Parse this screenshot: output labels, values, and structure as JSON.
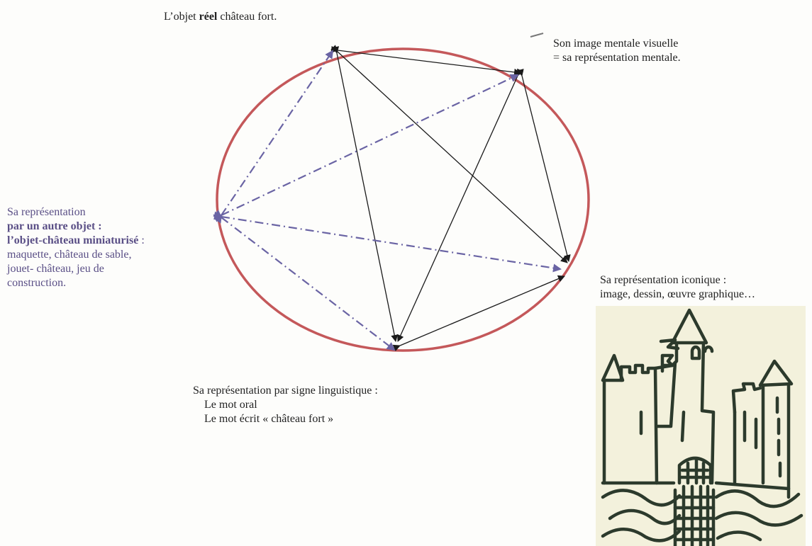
{
  "top_label": {
    "prefix": "L’objet ",
    "bold": "réel",
    "suffix": " château fort."
  },
  "mental_label": {
    "line1": "Son image mentale visuelle",
    "line2": "= sa représentation mentale."
  },
  "object_label": {
    "line1": "Sa représentation",
    "line2": "par un autre objet :",
    "line3": "l’objet-château miniaturisé",
    "line3_suffix": " :",
    "line4": "maquette, château de sable,",
    "line5": "jouet- château, jeu de",
    "line6": "construction."
  },
  "iconic_label": {
    "line1": "Sa  représentation iconique :",
    "line2": "image, dessin, œuvre graphique…"
  },
  "linguistic_label": {
    "line1": "Sa représentation par signe linguistique :",
    "line2": "Le mot oral",
    "line3": "Le mot écrit « château fort »"
  },
  "colors": {
    "ellipse": "#c4585a",
    "solid_arrow": "#1a1a1a",
    "dashed_arrow": "#6a64a4",
    "drawing_ink": "#2c3a2c"
  },
  "icons": {
    "drawing": "child-castle-drawing",
    "pen_mark": "pen-mark-icon"
  }
}
